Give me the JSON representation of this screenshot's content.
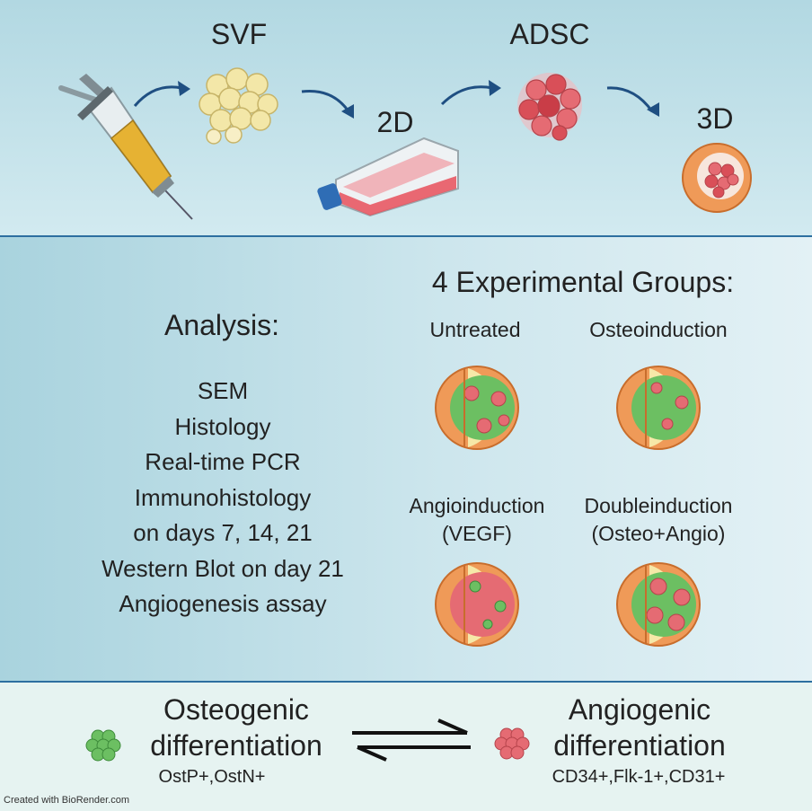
{
  "workflow": {
    "svf_label": "SVF",
    "stage_2d_label": "2D",
    "adsc_label": "ADSC",
    "stage_3d_label": "3D"
  },
  "analysis": {
    "title": "Analysis:",
    "items": [
      "SEM",
      "Histology",
      "Real-time PCR",
      "Immunohistology",
      "on days 7, 14, 21",
      "Western Blot on day 21",
      "Angiogenesis assay"
    ]
  },
  "groups": {
    "title": "4 Experimental Groups:",
    "items": [
      {
        "label": "Untreated",
        "sublabel": ""
      },
      {
        "label": "Osteoinduction",
        "sublabel": ""
      },
      {
        "label": "Angioinduction",
        "sublabel": "(VEGF)"
      },
      {
        "label": "Doubleinduction",
        "sublabel": "(Osteo+Angio)"
      }
    ]
  },
  "differentiation": {
    "osteo_line1": "Osteogenic",
    "osteo_line2": "differentiation",
    "osteo_markers": "OstP+,OstN+",
    "angio_line1": "Angiogenic",
    "angio_line2": "differentiation",
    "angio_markers": "CD34+,Flk-1+,CD31+"
  },
  "credit": "Created with BioRender.com",
  "colors": {
    "divider": "#2d6fa0",
    "arrow": "#1f4f82",
    "osteo_green": "#5db55a",
    "angio_red": "#e26a72",
    "spheroid_orange": "#ef9a58"
  }
}
